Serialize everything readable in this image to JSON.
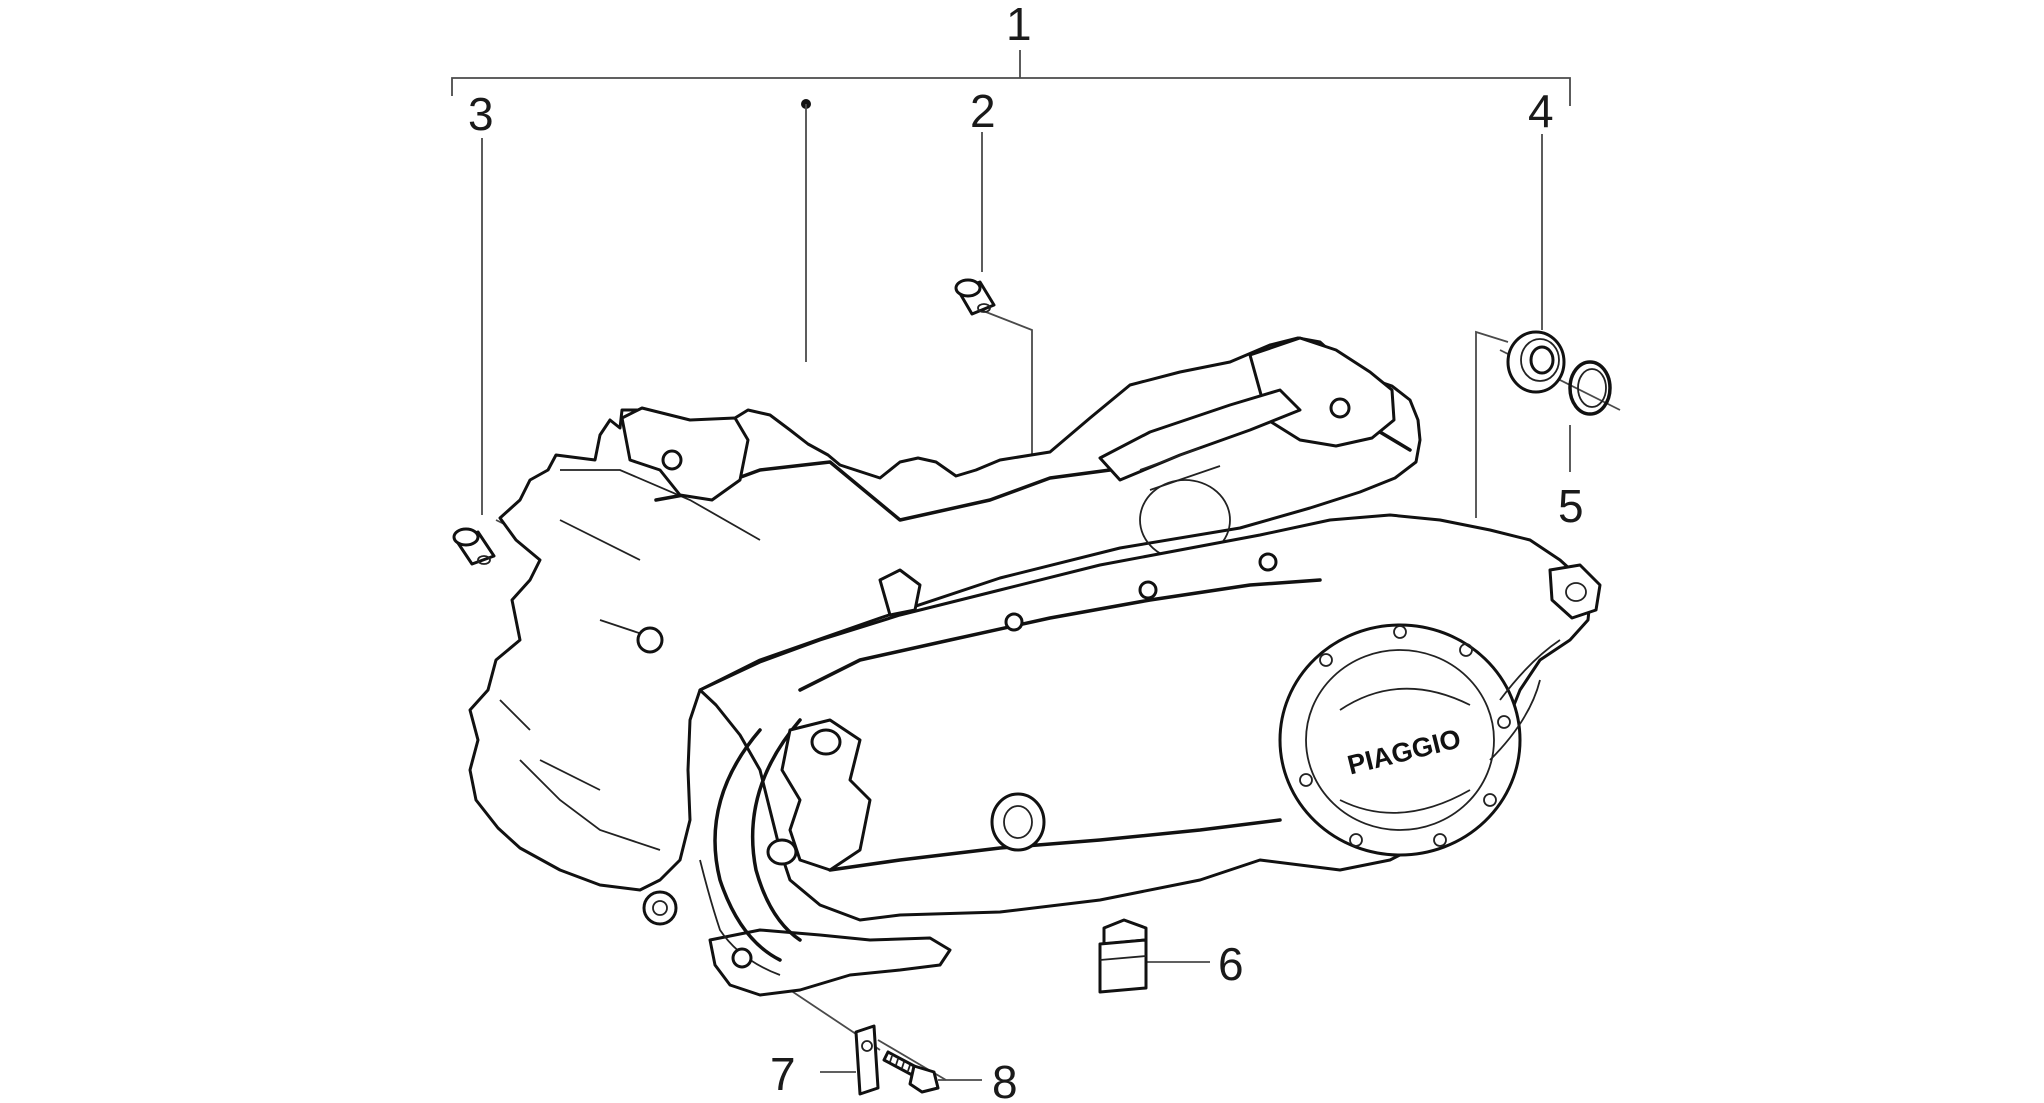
{
  "callouts": [
    {
      "id": "1",
      "label": "1"
    },
    {
      "id": "2",
      "label": "2"
    },
    {
      "id": "3",
      "label": "3"
    },
    {
      "id": "4",
      "label": "4"
    },
    {
      "id": "5",
      "label": "5"
    },
    {
      "id": "6",
      "label": "6"
    },
    {
      "id": "7",
      "label": "7"
    },
    {
      "id": "8",
      "label": "8"
    }
  ],
  "cover_logo": "PIAGGIO"
}
